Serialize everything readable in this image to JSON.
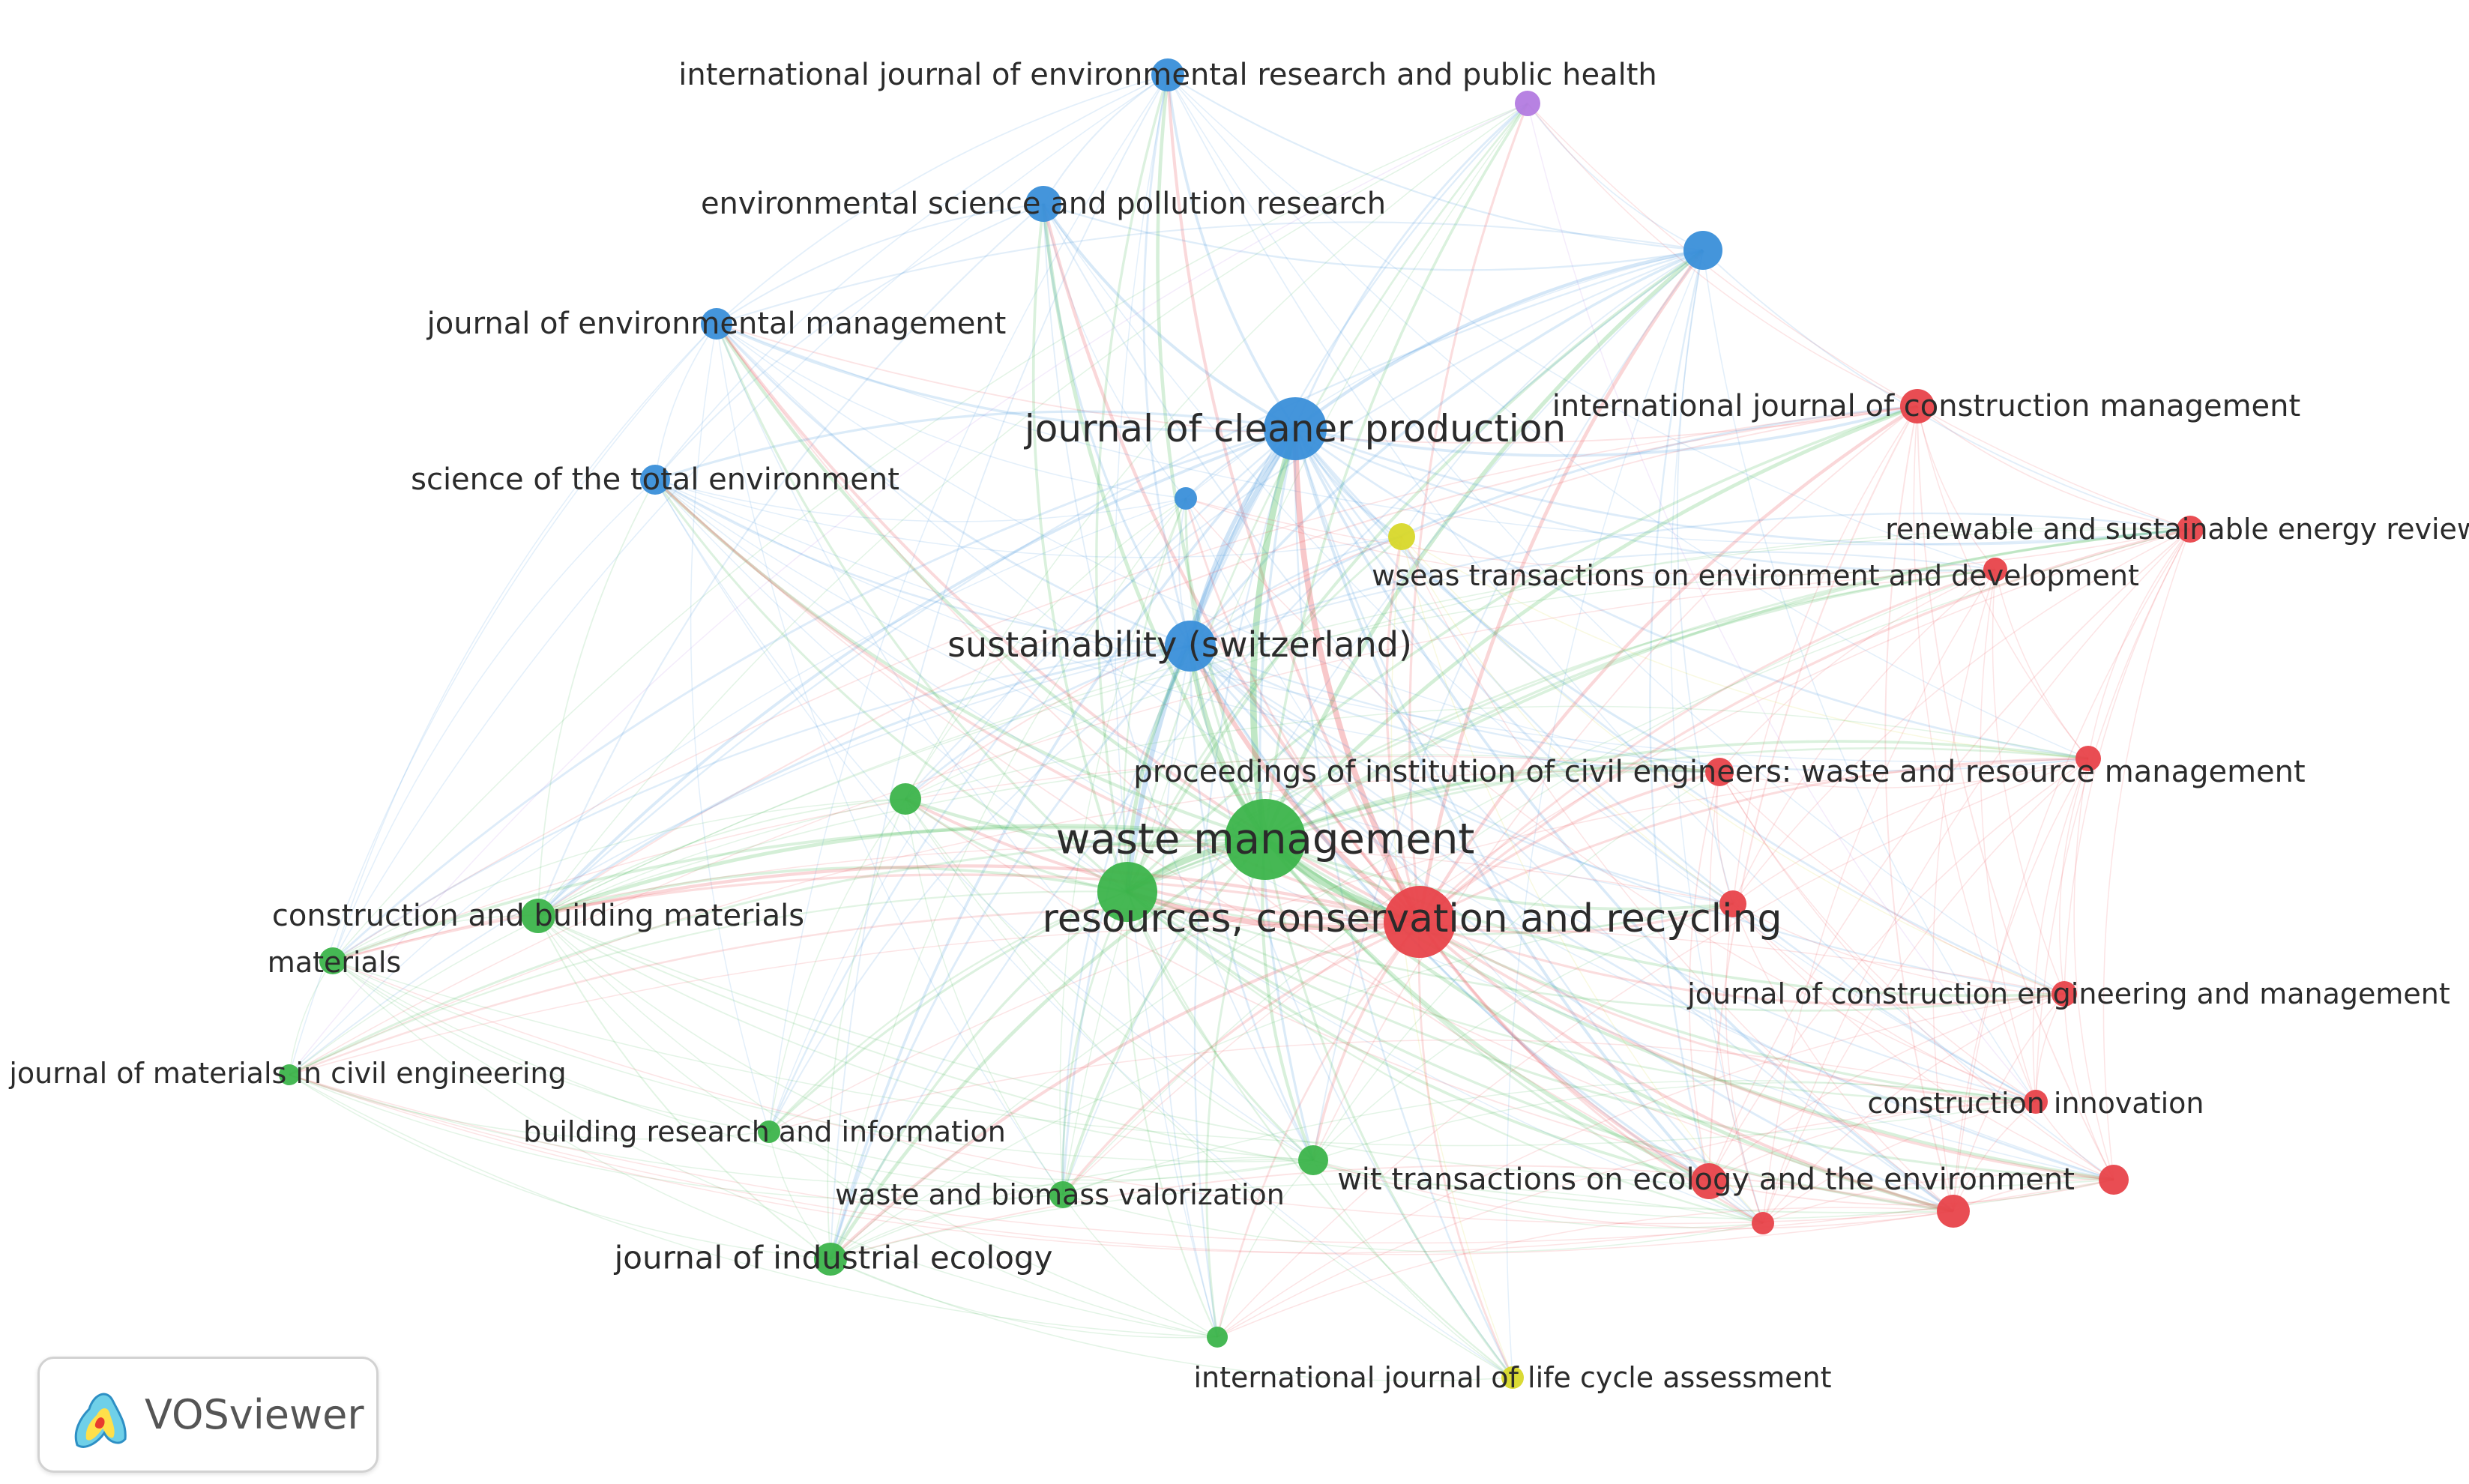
{
  "nodes": [
    {
      "id": "n1",
      "cluster": "blue",
      "label": "international journal of environmental research and public health"
    },
    {
      "id": "n2",
      "cluster": "purple",
      "label": ""
    },
    {
      "id": "n3",
      "cluster": "blue",
      "label": "environmental science and pollution research"
    },
    {
      "id": "n4",
      "cluster": "blue",
      "label": ""
    },
    {
      "id": "n5",
      "cluster": "blue",
      "label": "journal of environmental management"
    },
    {
      "id": "n6",
      "cluster": "blue",
      "label": "journal of cleaner production"
    },
    {
      "id": "n7",
      "cluster": "red",
      "label": "international journal of construction management"
    },
    {
      "id": "n8",
      "cluster": "blue",
      "label": "science of the total environment"
    },
    {
      "id": "n9",
      "cluster": "blue",
      "label": ""
    },
    {
      "id": "n10",
      "cluster": "yellow",
      "label": ""
    },
    {
      "id": "n11",
      "cluster": "red",
      "label": "renewable and sustainable energy reviews"
    },
    {
      "id": "n12",
      "cluster": "red",
      "label": "wseas transactions on environment and development"
    },
    {
      "id": "n13",
      "cluster": "blue",
      "label": "sustainability (switzerland)"
    },
    {
      "id": "n14",
      "cluster": "red",
      "label": "proceedings of institution of civil engineers: waste and resource management"
    },
    {
      "id": "n15",
      "cluster": "red",
      "label": ""
    },
    {
      "id": "n16",
      "cluster": "green",
      "label": ""
    },
    {
      "id": "n17",
      "cluster": "green",
      "label": "waste management"
    },
    {
      "id": "n18",
      "cluster": "green",
      "label": ""
    },
    {
      "id": "n19",
      "cluster": "red",
      "label": "resources, conservation and recycling"
    },
    {
      "id": "n20",
      "cluster": "red",
      "label": ""
    },
    {
      "id": "n21",
      "cluster": "green",
      "label": "construction and building materials"
    },
    {
      "id": "n22",
      "cluster": "green",
      "label": "materials"
    },
    {
      "id": "n23",
      "cluster": "red",
      "label": "journal of construction engineering and management"
    },
    {
      "id": "n24",
      "cluster": "green",
      "label": "journal of materials in civil engineering"
    },
    {
      "id": "n25",
      "cluster": "red",
      "label": "construction innovation"
    },
    {
      "id": "n26",
      "cluster": "green",
      "label": "building research and information"
    },
    {
      "id": "n27",
      "cluster": "green",
      "label": ""
    },
    {
      "id": "n28",
      "cluster": "red",
      "label": "wit transactions on ecology and the environment"
    },
    {
      "id": "n29",
      "cluster": "red",
      "label": ""
    },
    {
      "id": "n30",
      "cluster": "green",
      "label": "waste and biomass valorization"
    },
    {
      "id": "n31",
      "cluster": "red",
      "label": ""
    },
    {
      "id": "n32",
      "cluster": "red",
      "label": ""
    },
    {
      "id": "n33",
      "cluster": "green",
      "label": "journal of industrial ecology"
    },
    {
      "id": "n34",
      "cluster": "green",
      "label": ""
    },
    {
      "id": "n35",
      "cluster": "yellow",
      "label": "international journal of life cycle assessment"
    }
  ],
  "cluster_colors": {
    "red": "#e8434a",
    "green": "#3cb44b",
    "blue": "#3a8fd9",
    "yellow": "#d8d82a",
    "purple": "#b37be0"
  },
  "brand": {
    "name": "VOSviewer"
  }
}
